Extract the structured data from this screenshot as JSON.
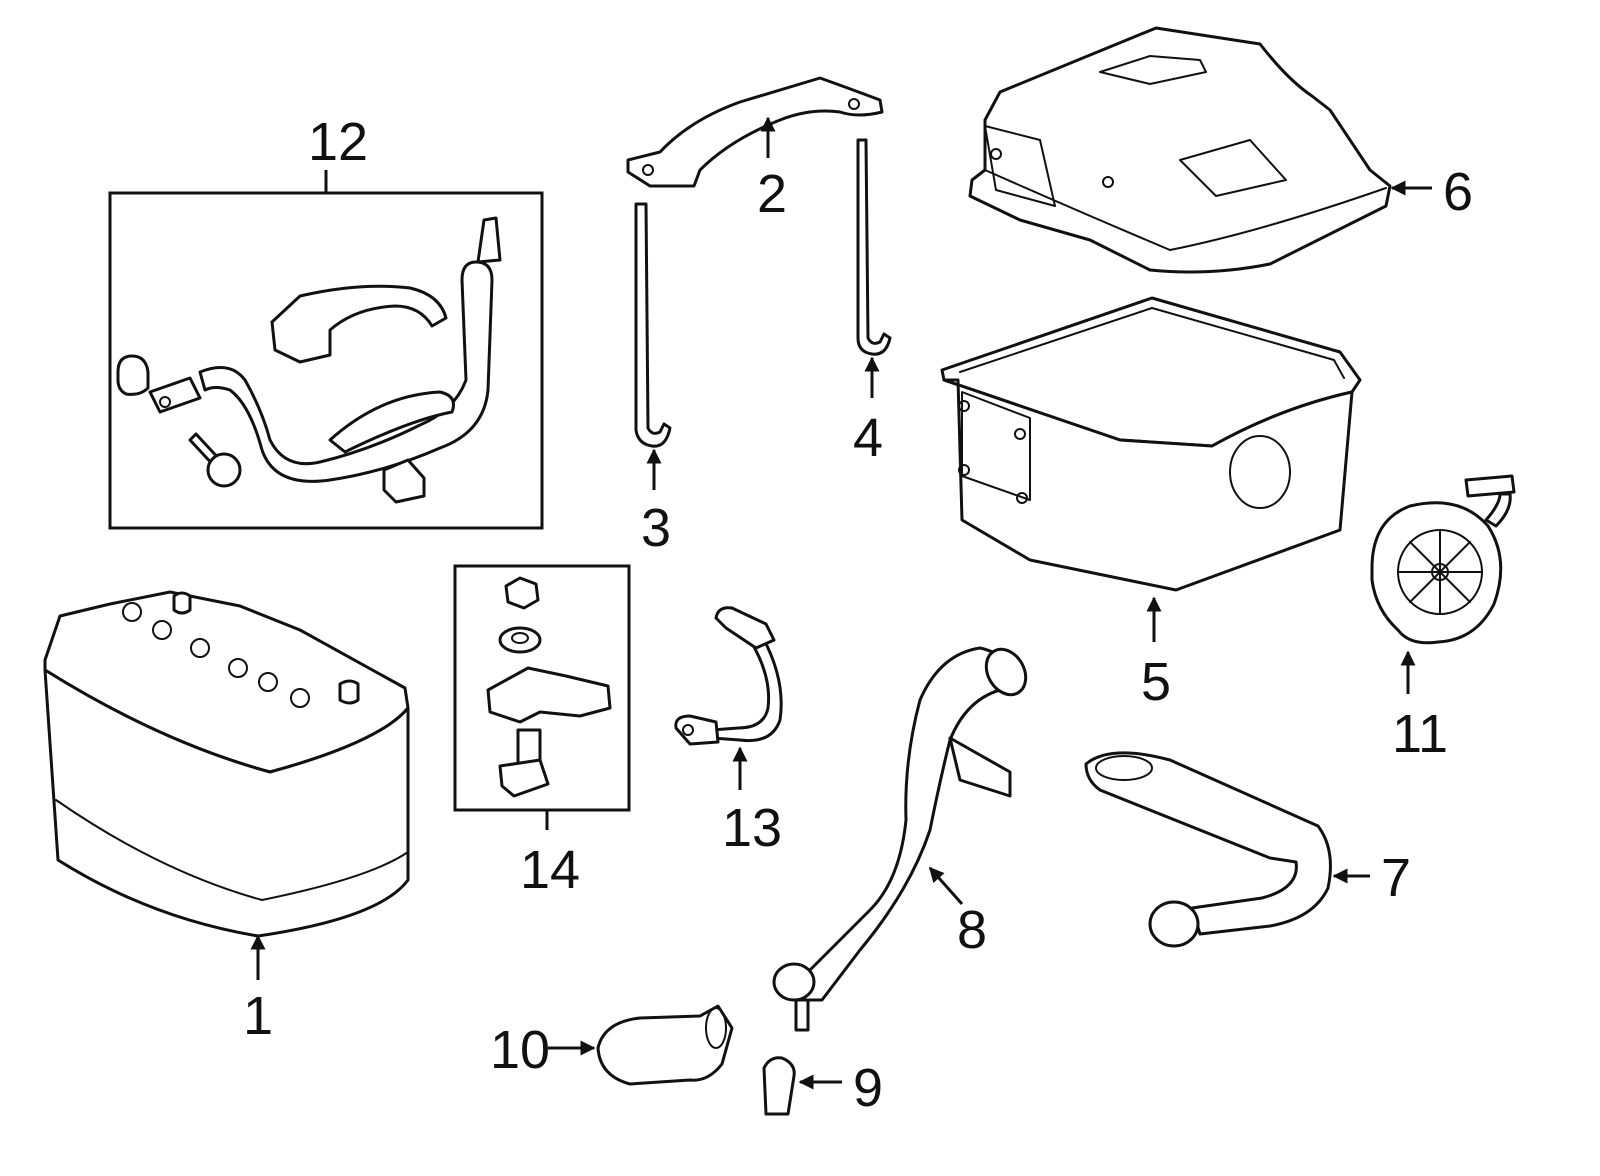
{
  "callouts": {
    "c1": "1",
    "c2": "2",
    "c3": "3",
    "c4": "4",
    "c5": "5",
    "c6": "6",
    "c7": "7",
    "c8": "8",
    "c9": "9",
    "c10": "10",
    "c11": "11",
    "c12": "12",
    "c13": "13",
    "c14": "14"
  },
  "colors": {
    "line": "#111111",
    "background": "#ffffff"
  }
}
